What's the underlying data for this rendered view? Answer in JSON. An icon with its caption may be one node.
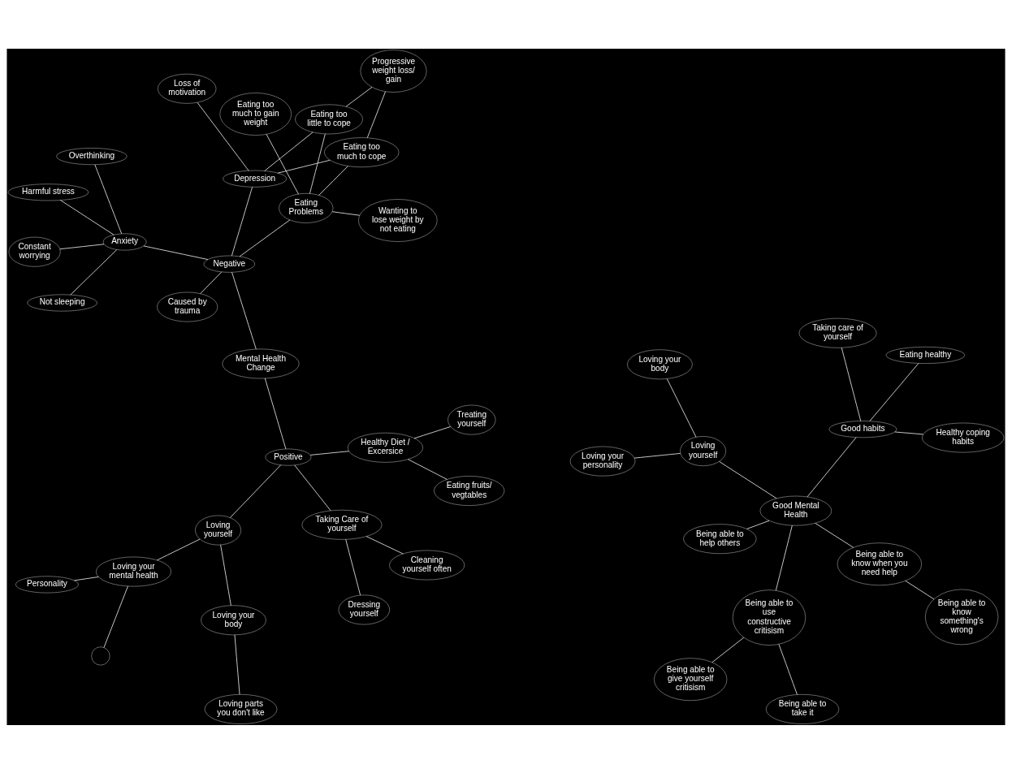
{
  "diagram": {
    "nodes": [
      {
        "text": [
          "Mental Health Change"
        ]
      },
      {
        "text": [
          "Positive"
        ]
      },
      {
        "text": [
          "Loving yourself"
        ]
      },
      {
        "text": [
          "Loving your body"
        ]
      },
      {
        "text": [
          "Loving parts you don't like"
        ]
      },
      {
        "text": [
          "Loving your mental health"
        ]
      },
      {
        "text": [
          "Personality"
        ]
      },
      {
        "text": [],
        "shape": "circle"
      },
      {
        "text": [
          "Taking Care of yourself"
        ]
      },
      {
        "text": [
          "Cleaning yourself often"
        ]
      },
      {
        "text": [
          "Dressing yourself"
        ]
      },
      {
        "text": [
          "Healthy Diet / Excersice"
        ]
      },
      {
        "text": [
          "Eating fruits/ vegtables"
        ]
      },
      {
        "text": [
          "Treating yourself"
        ]
      },
      {
        "text": [
          "Negative"
        ]
      },
      {
        "text": [
          "Caused by trauma"
        ]
      },
      {
        "text": [
          "Anxiety"
        ]
      },
      {
        "text": [
          "Overthinking"
        ]
      },
      {
        "text": [
          "Constant worrying"
        ]
      },
      {
        "text": [
          "Harmful stress"
        ]
      },
      {
        "text": [
          "Not sleeping"
        ]
      },
      {
        "text": [
          "Depression"
        ]
      },
      {
        "text": [
          "Loss of motivation"
        ]
      },
      {
        "text": [
          "Eating Problems"
        ]
      },
      {
        "text": [
          "Eating too much to gain weight"
        ]
      },
      {
        "text": [
          "Wanting to lose weight by not eating"
        ]
      },
      {
        "text": [
          "Eating too much to cope"
        ]
      },
      {
        "text": [
          "Eating too little to cope"
        ]
      },
      {
        "text": [
          "Progressive weight loss/ gain"
        ]
      },
      {
        "text": [
          "Good Mental Health"
        ]
      },
      {
        "text": [
          "Being able to know something's wrong"
        ]
      },
      {
        "text": [
          "Being able to know when you need help"
        ]
      },
      {
        "text": [
          "Loving yourself"
        ]
      },
      {
        "text": [
          "Loving your body"
        ]
      },
      {
        "text": [
          "Loving your personality"
        ]
      },
      {
        "text": [
          "Being able to help others"
        ]
      },
      {
        "text": [
          "Being able to use constructive critisism"
        ]
      },
      {
        "text": [
          "Being able to give yourself critisism"
        ]
      },
      {
        "text": [
          "Being able to take it"
        ]
      },
      {
        "text": [
          "Good habits"
        ]
      },
      {
        "text": [
          "Taking care of yourself"
        ]
      },
      {
        "text": [
          "Healthy coping habits"
        ]
      },
      {
        "text": [
          "Eating healthy"
        ]
      }
    ],
    "edges": [
      {
        "from": 0,
        "to": 1,
        "arrow": "none"
      },
      {
        "from": 1,
        "to": 2,
        "arrow": "none"
      },
      {
        "from": 2,
        "to": 3,
        "arrow": "none"
      },
      {
        "from": 3,
        "to": 4,
        "arrow": "none"
      },
      {
        "from": 2,
        "to": 5,
        "arrow": "none"
      },
      {
        "from": 5,
        "to": 6,
        "arrow": "none"
      },
      {
        "from": 5,
        "to": 7,
        "arrow": "none"
      },
      {
        "from": 1,
        "to": 8,
        "arrow": "none"
      },
      {
        "from": 8,
        "to": 9,
        "arrow": "none"
      },
      {
        "from": 8,
        "to": 10,
        "arrow": "none"
      },
      {
        "from": 1,
        "to": 11,
        "arrow": "none"
      },
      {
        "from": 11,
        "to": 12,
        "arrow": "none"
      },
      {
        "from": 11,
        "to": 13,
        "arrow": "none"
      },
      {
        "from": 0,
        "to": 14,
        "arrow": "none"
      },
      {
        "from": 14,
        "to": 15,
        "arrow": "none"
      },
      {
        "from": 14,
        "to": 16,
        "arrow": "none"
      },
      {
        "from": 16,
        "to": 17,
        "arrow": "none"
      },
      {
        "from": 16,
        "to": 18,
        "arrow": "none"
      },
      {
        "from": 16,
        "to": 19,
        "arrow": "none"
      },
      {
        "from": 16,
        "to": 20,
        "arrow": "none"
      },
      {
        "from": 14,
        "to": 21,
        "arrow": "none"
      },
      {
        "from": 21,
        "to": 22,
        "arrow": "none"
      },
      {
        "from": 14,
        "to": 23,
        "arrow": "none"
      },
      {
        "from": 23,
        "to": 24,
        "arrow": "none"
      },
      {
        "from": 23,
        "to": 25,
        "arrow": "none"
      },
      {
        "from": 23,
        "to": 26,
        "arrow": "none"
      },
      {
        "from": 23,
        "to": 27,
        "arrow": "none"
      },
      {
        "from": 21,
        "to": 26,
        "arrow": "none"
      },
      {
        "from": 21,
        "to": 27,
        "arrow": "none"
      },
      {
        "from": 26,
        "to": 28,
        "arrow": "none"
      },
      {
        "from": 27,
        "to": 28,
        "arrow": "none"
      },
      {
        "from": 29,
        "to": 31,
        "arrow": "none"
      },
      {
        "from": 31,
        "to": 30,
        "arrow": "none"
      },
      {
        "from": 29,
        "to": 32,
        "arrow": "none"
      },
      {
        "from": 32,
        "to": 33,
        "arrow": "none"
      },
      {
        "from": 32,
        "to": 34,
        "arrow": "none"
      },
      {
        "from": 29,
        "to": 35,
        "arrow": "none"
      },
      {
        "from": 29,
        "to": 36,
        "arrow": "none"
      },
      {
        "from": 36,
        "to": 37,
        "arrow": "none"
      },
      {
        "from": 36,
        "to": 38,
        "arrow": "none"
      },
      {
        "from": 29,
        "to": 39,
        "arrow": "none"
      },
      {
        "from": 39,
        "to": 40,
        "arrow": "none"
      },
      {
        "from": 39,
        "to": 41,
        "arrow": "none"
      },
      {
        "from": 39,
        "to": 42,
        "arrow": "none"
      }
    ]
  }
}
